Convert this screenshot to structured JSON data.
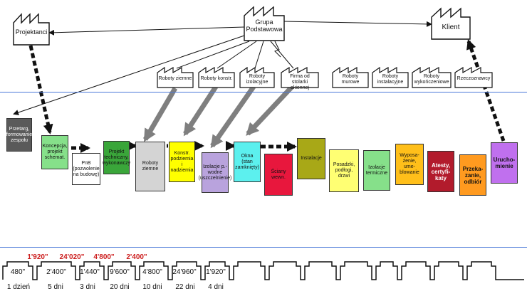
{
  "actors": {
    "projektanci": "Projektanci",
    "grupa": "Grupa Podstawowa",
    "klient": "Klient"
  },
  "contractors": [
    "Roboty ziemne",
    "Roboty konstr.",
    "Roboty izolacyjne",
    "Firma od stolarki okiennej",
    "Roboty murowe",
    "Roboty instalacyjne",
    "Roboty wykończeniowe",
    "Rzeczoznawcy"
  ],
  "steps": [
    {
      "label": "Przetarg, formowanie zespołu",
      "color": "#5a5a5a",
      "text_color": "#ffffff"
    },
    {
      "label": "Koncepcja, projekt schemat.",
      "color": "#86e08a",
      "text_color": "#111111"
    },
    {
      "label": "PnB (pozwolenie na budowę)",
      "color": "#ffffff",
      "text_color": "#111111"
    },
    {
      "label": "Projekt techniczny, wykonawczy",
      "color": "#3aa63a",
      "text_color": "#111111"
    },
    {
      "label": "Roboty ziemne",
      "color": "#d4d4d4",
      "text_color": "#111111"
    },
    {
      "label": "Konstr. podziemia i nadziemia",
      "color": "#ffff00",
      "text_color": "#111111"
    },
    {
      "label": "Izolacje p.-wodne (uszczelnienie)",
      "color": "#b9a3dd",
      "text_color": "#111111"
    },
    {
      "label": "Okna (stan zamknięty)",
      "color": "#5cf0ee",
      "text_color": "#111111"
    },
    {
      "label": "Ściany wewn.",
      "color": "#e8173d",
      "text_color": "#111111"
    },
    {
      "label": "Instalacje",
      "color": "#a8a817",
      "text_color": "#111111"
    },
    {
      "label": "Posadzki, podłogi, drzwi",
      "color": "#ffff73",
      "text_color": "#111111"
    },
    {
      "label": "Izolacje termiczne",
      "color": "#86e08a",
      "text_color": "#111111"
    },
    {
      "label": "Wyposa-żenie, ume-blowanie",
      "color": "#ffbf1a",
      "text_color": "#111111"
    },
    {
      "label": "Atesty, certyfi-katy",
      "color": "#b21b2c",
      "text_color": "#ffffff"
    },
    {
      "label": "Przeka-zanie, odbiór",
      "color": "#ff9a1f",
      "text_color": "#111111"
    },
    {
      "label": "Urucho-mienie",
      "color": "#c070ee",
      "text_color": "#111111"
    }
  ],
  "timeline": {
    "values": [
      "480\"",
      "2'400\"",
      "1'440\"",
      "9'600\"",
      "4'800\"",
      "24'960\"",
      "1'920\""
    ],
    "labels": [
      "1 dzień",
      "5 dni",
      "3 dni",
      "20 dni",
      "10 dni",
      "22 dni",
      "4 dni"
    ],
    "cumulative": [
      "1'920\"",
      "24'020\"",
      "4'800\"",
      "2'400\""
    ],
    "cumulative_color": "#cc1d1d"
  },
  "colors": {
    "separator": "#4a78d8",
    "dashed_arrow": "#111111",
    "gray_arrow": "#7f7f7f"
  }
}
